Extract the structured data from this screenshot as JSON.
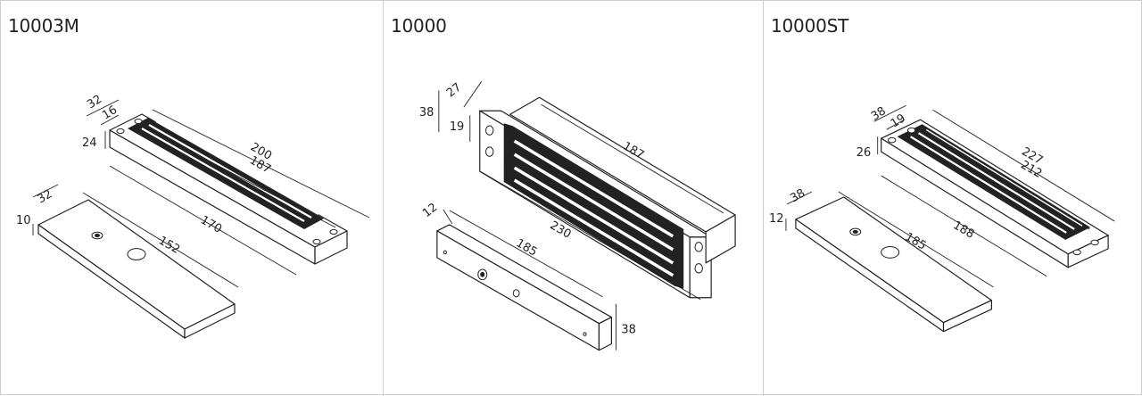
{
  "panels": [
    {
      "title": "10003M",
      "dimensions": {
        "lock_width": "32",
        "lock_inner_width": "16",
        "lock_height": "24",
        "lock_length_total": "200",
        "lock_length_inner": "187",
        "plate_width": "32",
        "plate_thickness": "10",
        "plate_length": "170",
        "plate_length_inner": "152"
      }
    },
    {
      "title": "10000",
      "dimensions": {
        "lock_width": "27",
        "lock_height": "38",
        "lock_inner_height": "19",
        "lock_length_inner": "187",
        "lock_length_total": "230",
        "plate_thickness": "12",
        "plate_length": "185",
        "plate_height": "38"
      }
    },
    {
      "title": "10000ST",
      "dimensions": {
        "lock_width": "38",
        "lock_inner_width": "19",
        "lock_height": "26",
        "lock_length_total": "227",
        "lock_length_inner": "212",
        "plate_width": "38",
        "plate_thickness": "12",
        "plate_length": "188",
        "plate_length_inner": "185"
      }
    }
  ]
}
